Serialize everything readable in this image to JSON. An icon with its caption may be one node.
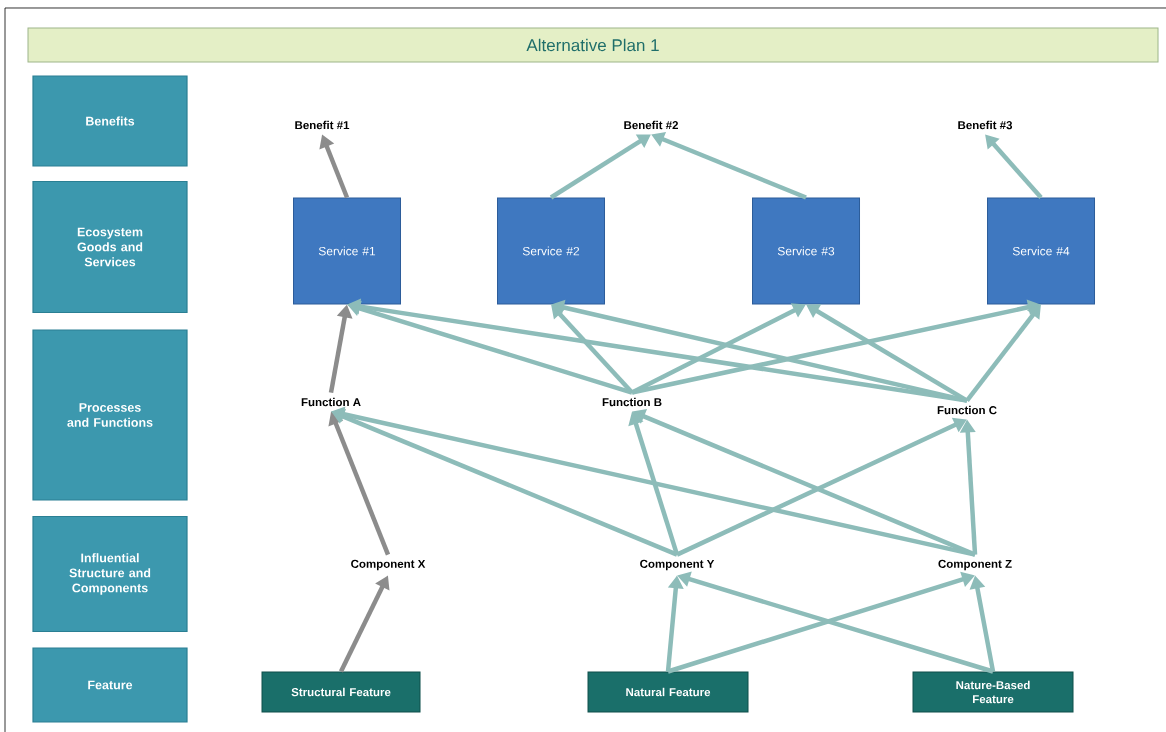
{
  "diagram": {
    "title": "Alternative Plan 1",
    "nodes": [
      {
        "text": [
          "Benefits"
        ]
      },
      {
        "text": [
          "Ecosystem Goods and Services"
        ]
      },
      {
        "text": [
          "Processes and Functions"
        ]
      },
      {
        "text": [
          "Influential Structure and Components"
        ]
      },
      {
        "text": [
          "Feature"
        ]
      },
      {
        "text": [
          "Benefit #1"
        ]
      },
      {
        "text": [
          "Benefit #2"
        ]
      },
      {
        "text": [
          "Benefit #3"
        ]
      },
      {
        "text": [
          "Service #1"
        ]
      },
      {
        "text": [
          "Service #2"
        ]
      },
      {
        "text": [
          "Service #3"
        ]
      },
      {
        "text": [
          "Service #4"
        ]
      },
      {
        "text": [
          "Function A"
        ]
      },
      {
        "text": [
          "Function B"
        ]
      },
      {
        "text": [
          "Function C"
        ]
      },
      {
        "text": [
          "Component X"
        ]
      },
      {
        "text": [
          "Component Y"
        ]
      },
      {
        "text": [
          "Component Z"
        ]
      },
      {
        "text": [
          "Structural Feature"
        ]
      },
      {
        "text": [
          "Natural Feature"
        ]
      },
      {
        "text": [
          "Nature-Based Feature"
        ]
      }
    ],
    "edges": [
      {
        "from": 8,
        "to": 5,
        "arrow": "to",
        "color": "#8c8c8c"
      },
      {
        "from": 9,
        "to": 6,
        "arrow": "to"
      },
      {
        "from": 10,
        "to": 6,
        "arrow": "to"
      },
      {
        "from": 11,
        "to": 7,
        "arrow": "to"
      },
      {
        "from": 12,
        "to": 8,
        "arrow": "to",
        "color": "#8c8c8c"
      },
      {
        "from": 13,
        "to": 8,
        "arrow": "to"
      },
      {
        "from": 13,
        "to": 9,
        "arrow": "to"
      },
      {
        "from": 13,
        "to": 10,
        "arrow": "to"
      },
      {
        "from": 13,
        "to": 11,
        "arrow": "to"
      },
      {
        "from": 14,
        "to": 8,
        "arrow": "to"
      },
      {
        "from": 14,
        "to": 9,
        "arrow": "to"
      },
      {
        "from": 14,
        "to": 10,
        "arrow": "to"
      },
      {
        "from": 14,
        "to": 11,
        "arrow": "to"
      },
      {
        "from": 15,
        "to": 12,
        "arrow": "to",
        "color": "#8c8c8c"
      },
      {
        "from": 16,
        "to": 12,
        "arrow": "to"
      },
      {
        "from": 16,
        "to": 13,
        "arrow": "to"
      },
      {
        "from": 16,
        "to": 14,
        "arrow": "to"
      },
      {
        "from": 17,
        "to": 12,
        "arrow": "to"
      },
      {
        "from": 17,
        "to": 13,
        "arrow": "to"
      },
      {
        "from": 17,
        "to": 14,
        "arrow": "to"
      },
      {
        "from": 18,
        "to": 15,
        "arrow": "to",
        "color": "#8c8c8c"
      },
      {
        "from": 19,
        "to": 16,
        "arrow": "to"
      },
      {
        "from": 19,
        "to": 17,
        "arrow": "to"
      },
      {
        "from": 20,
        "to": 16,
        "arrow": "to"
      },
      {
        "from": 20,
        "to": 17,
        "arrow": "to"
      }
    ]
  }
}
